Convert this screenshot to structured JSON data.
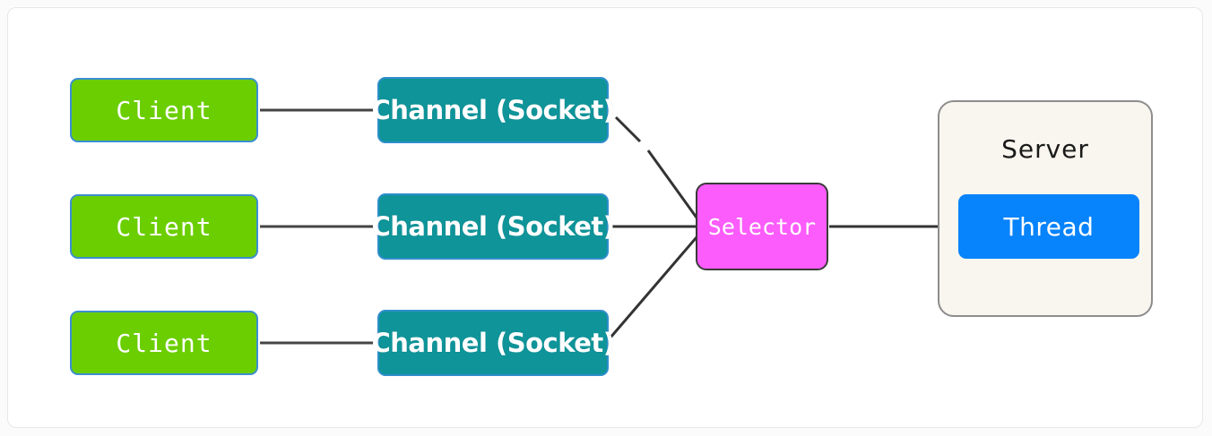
{
  "diagram": {
    "title": "NIO Selector multiplexing diagram",
    "background_color": "#fbfbfb",
    "card_color": "#ffffff",
    "clients": [
      {
        "label": "Client"
      },
      {
        "label": "Client"
      },
      {
        "label": "Client"
      }
    ],
    "channels": [
      {
        "label": "Channel (Socket)"
      },
      {
        "label": "Channel (Socket)"
      },
      {
        "label": "Channel (Socket)"
      }
    ],
    "selector": {
      "label": "Selector"
    },
    "server": {
      "label": "Server",
      "thread": {
        "label": "Thread"
      }
    },
    "colors": {
      "client_fill": "#6bce00",
      "client_border": "#3c8fd0",
      "channel_fill": "#0e9499",
      "channel_border": "#2f8ecb",
      "selector_fill": "#fb5cfb",
      "selector_border": "#3a3a3a",
      "server_fill": "#f8f6ee",
      "server_border": "#8d8d8d",
      "thread_fill": "#0783fb",
      "connector": "#444444"
    }
  }
}
